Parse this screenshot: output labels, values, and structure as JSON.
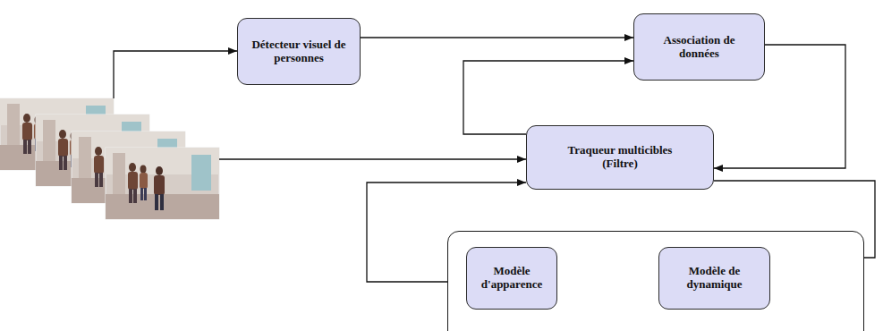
{
  "diagram": {
    "nodes": [
      {
        "text": [
          "Détecteur visuel de personnes"
        ]
      },
      {
        "text": [
          "Association de données"
        ]
      },
      {
        "text": [
          "Traqueur multicibles (Filtre)"
        ]
      },
      {
        "text": []
      },
      {
        "text": [
          "Modèle d'apparence"
        ],
        "in": 3
      },
      {
        "text": [
          "Modèle de dynamique"
        ],
        "in": 3
      }
    ],
    "edges": [
      {
        "from": 0,
        "to": 1,
        "arrow": "to"
      },
      {
        "from": 1,
        "to": 2,
        "arrow": "to"
      },
      {
        "from": 2,
        "to": 1,
        "arrow": "to"
      },
      {
        "from": 2,
        "to": 5,
        "arrow": "to"
      },
      {
        "from": 3,
        "to": 2,
        "arrow": "to"
      }
    ]
  }
}
